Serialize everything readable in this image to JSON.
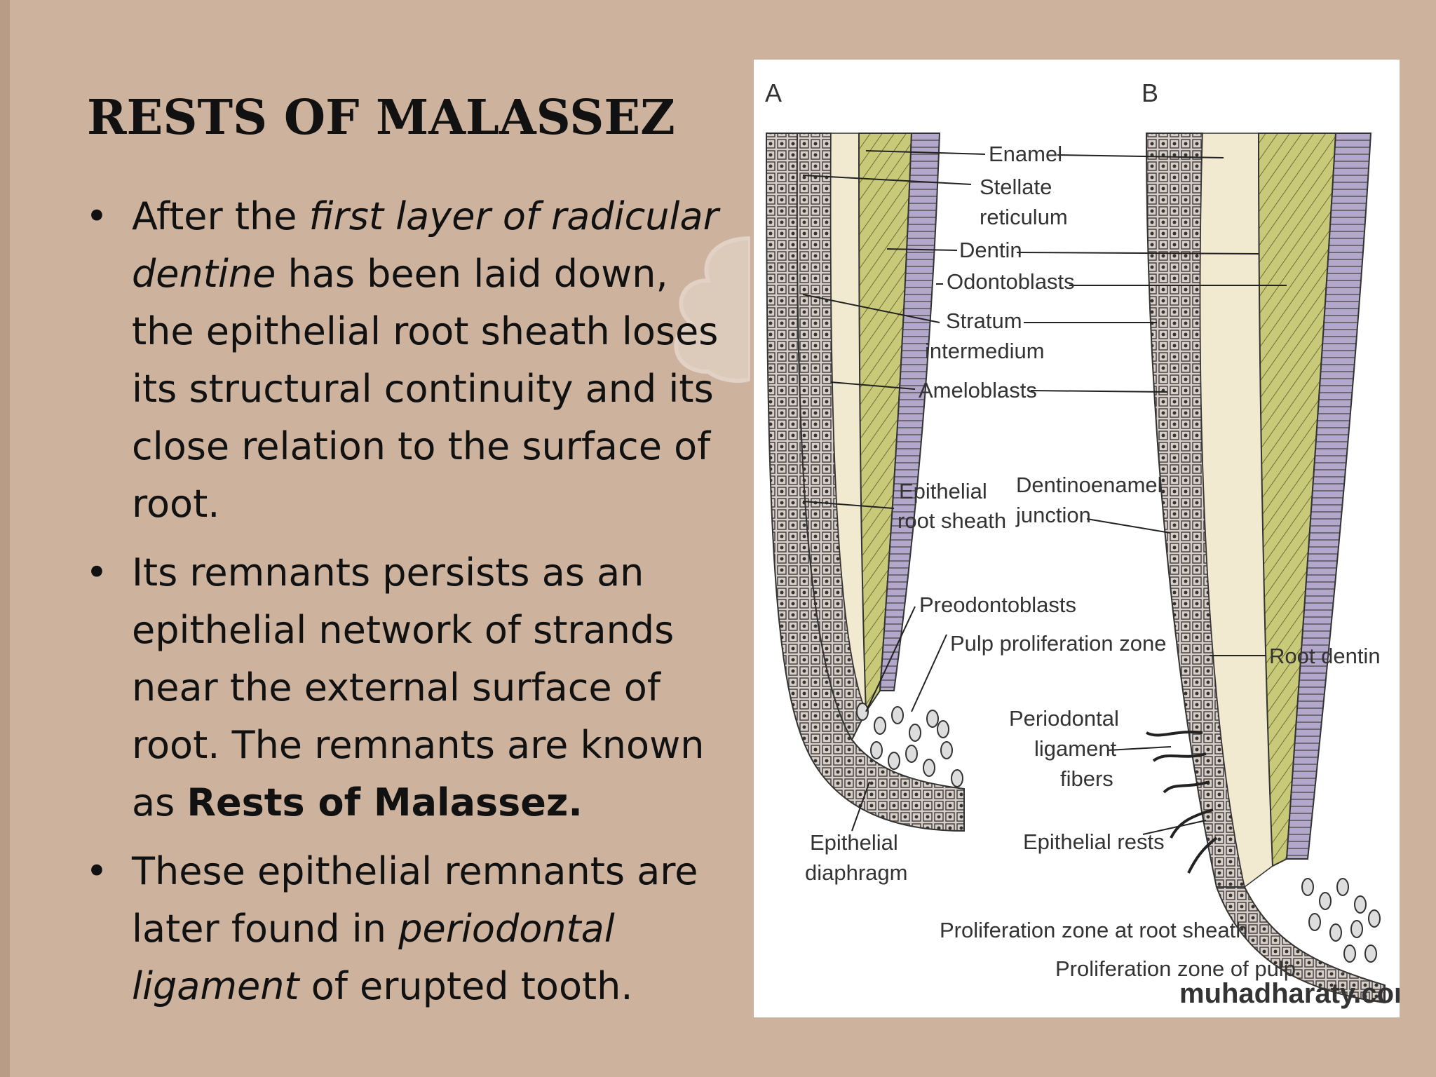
{
  "slide": {
    "title": "RESTS OF MALASSEZ",
    "bullets": [
      {
        "t1": "After the ",
        "i1": "first layer of radicular dentine",
        "t2": " has been laid down, the epithelial root sheath loses its structural continuity and its close relation to the surface of root."
      },
      {
        "t1": " Its remnants persists as an epithelial network of strands near the external surface of root. The remnants are known as ",
        "b1": "Rests of Malassez."
      },
      {
        "t1": "These epithelial remnants are later found in ",
        "i1": "periodontal ligament",
        "t2": " of erupted tooth."
      }
    ]
  },
  "figure": {
    "panel_a": "A",
    "panel_b": "B",
    "labels": {
      "enamel": "Enamel",
      "stellate1": "Stellate",
      "stellate2": "reticulum",
      "dentin": "Dentin",
      "odontoblasts": "Odontoblasts",
      "stratum1": "Stratum",
      "stratum2": "intermedium",
      "ameloblasts": "Ameloblasts",
      "ers1": "Epithelial",
      "ers2": "root sheath",
      "dej1": "Dentinoenamel",
      "dej2": "junction",
      "preodontoblasts": "Preodontoblasts",
      "pulp_zone": "Pulp proliferation zone",
      "root_dentin": "Root dentin",
      "pdl1": "Periodontal",
      "pdl2": "ligament",
      "pdl3": "fibers",
      "diaphragm1": "Epithelial",
      "diaphragm2": "diaphragm",
      "rests": "Epithelial rests",
      "prolif_sheath": "Proliferation zone at root sheath",
      "prolif_pulp": "Proliferation zone of pulp"
    },
    "watermark": "muhadharaty.com",
    "colors": {
      "dentin_yellow": "#c9c97a",
      "odontoblast_lavender": "#b3a7cc",
      "enamel_cream": "#f1ead0",
      "root_sheath_pink": "#c9a7a0"
    }
  }
}
